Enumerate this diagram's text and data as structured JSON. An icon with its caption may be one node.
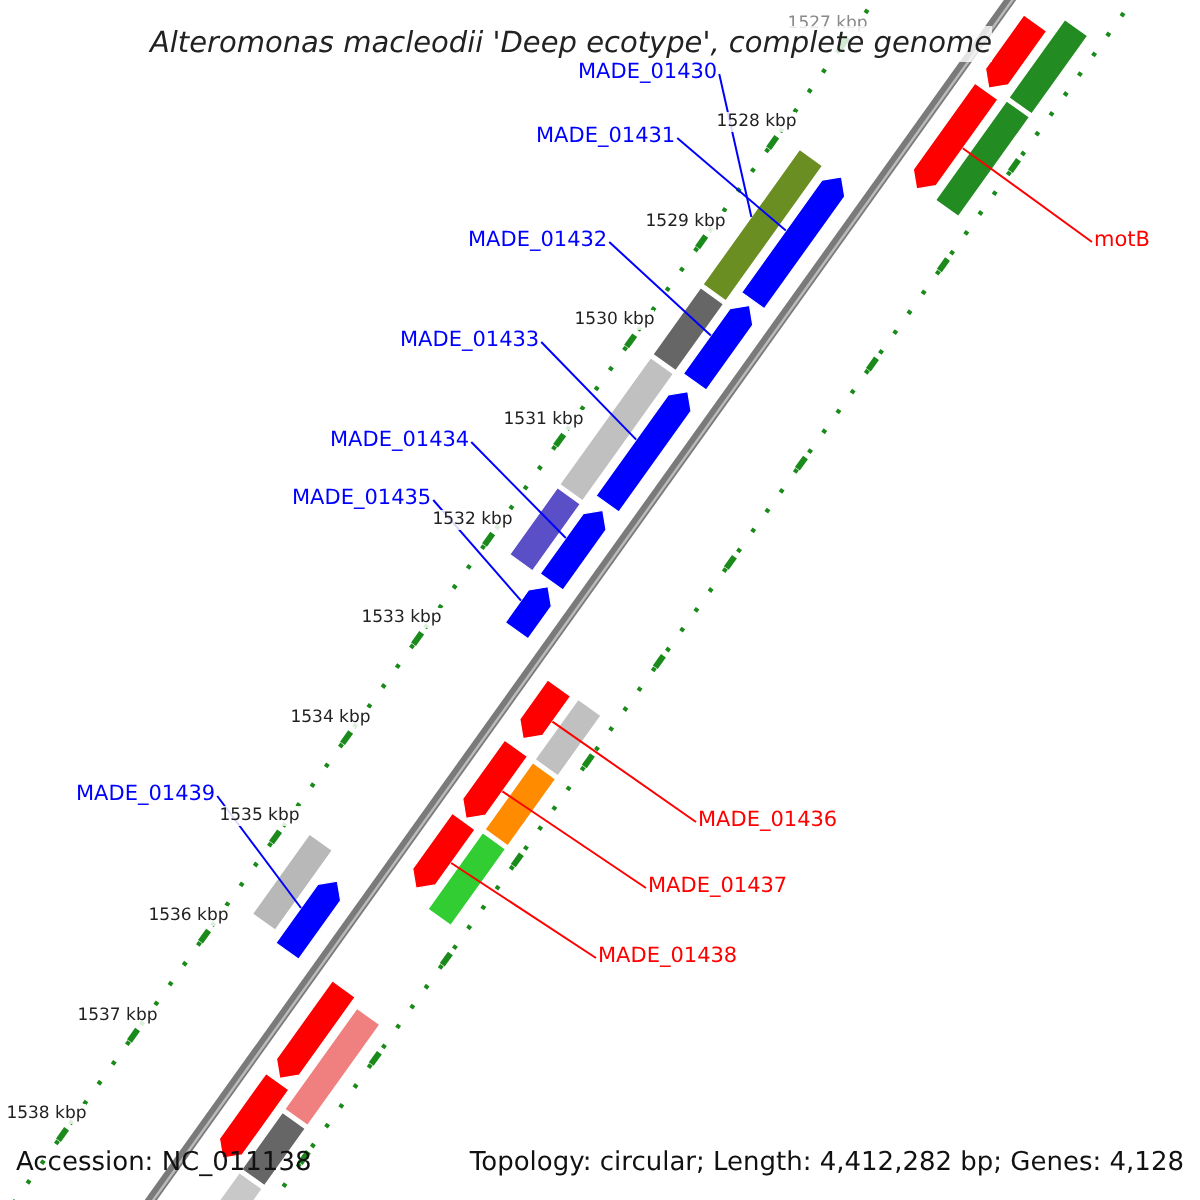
{
  "diagram": {
    "title": "Alteromonas macleodii 'Deep ecotype', complete genome",
    "nodes": [
      {
        "text": [
          "MADE_01430"
        ]
      },
      {
        "text": [
          "MADE_01431"
        ]
      },
      {
        "text": [
          "MADE_01432"
        ]
      },
      {
        "text": [
          "motB"
        ]
      },
      {
        "text": [
          "MADE_01433"
        ]
      },
      {
        "text": [
          "MADE_01434"
        ]
      },
      {
        "text": [
          "MADE_01435"
        ]
      },
      {
        "text": [
          "MADE_01439"
        ]
      },
      {
        "text": [
          "MADE_01436"
        ]
      },
      {
        "text": [
          "MADE_01437"
        ]
      },
      {
        "text": [
          "MADE_01438"
        ]
      },
      {
        "text": [],
        "shape": "arrow"
      },
      {
        "text": [],
        "shape": "bar"
      },
      {
        "text": [],
        "shape": "bar"
      },
      {
        "text": [],
        "shape": "arrow"
      },
      {
        "text": [],
        "shape": "arrow"
      },
      {
        "text": [],
        "shape": "bar"
      },
      {
        "text": [],
        "shape": "arrow"
      },
      {
        "text": [],
        "shape": "bar"
      },
      {
        "text": [],
        "shape": "bar"
      },
      {
        "text": [],
        "shape": "arrow"
      },
      {
        "text": [],
        "shape": "arrow"
      },
      {
        "text": [],
        "shape": "bar"
      },
      {
        "text": [],
        "shape": "arrow"
      },
      {
        "text": [],
        "shape": "bar"
      },
      {
        "text": [],
        "shape": "arrow"
      },
      {
        "text": [],
        "shape": "arrow"
      },
      {
        "text": [],
        "shape": "bar"
      },
      {
        "text": [],
        "shape": "bar"
      },
      {
        "text": [],
        "shape": "arrow"
      },
      {
        "text": [],
        "shape": "bar"
      },
      {
        "text": [],
        "shape": "arrow"
      },
      {
        "text": [],
        "shape": "arrow"
      },
      {
        "text": [],
        "shape": "bar"
      },
      {
        "text": [],
        "shape": "arrow"
      },
      {
        "text": [],
        "shape": "bar"
      },
      {
        "text": [],
        "shape": "bar"
      }
    ],
    "edges": [
      {
        "from": 0,
        "to": 16,
        "arrow": "none"
      },
      {
        "from": 1,
        "to": 15,
        "arrow": "none"
      },
      {
        "from": 2,
        "to": 17,
        "arrow": "none"
      },
      {
        "from": 3,
        "to": 14,
        "arrow": "none",
        "color": "#ff0000"
      },
      {
        "from": 4,
        "to": 20,
        "arrow": "none"
      },
      {
        "from": 5,
        "to": 21,
        "arrow": "none"
      },
      {
        "from": 6,
        "to": 23,
        "arrow": "none"
      },
      {
        "from": 7,
        "to": 31,
        "arrow": "none"
      },
      {
        "from": 8,
        "to": 25,
        "arrow": "none",
        "color": "#ff0000"
      },
      {
        "from": 9,
        "to": 26,
        "arrow": "none",
        "color": "#ff0000"
      },
      {
        "from": 10,
        "to": 29,
        "arrow": "none",
        "color": "#ff0000"
      }
    ],
    "labels": [
      "1527 kbp",
      "1528 kbp",
      "1529 kbp",
      "1530 kbp",
      "1531 kbp",
      "1532 kbp",
      "1533 kbp",
      "1534 kbp",
      "1535 kbp",
      "1536 kbp",
      "1537 kbp",
      "1538 kbp",
      "Accession: NC_011138",
      "Topology: circular; Length: 4,412,282 bp; Genes: 4,128"
    ]
  }
}
